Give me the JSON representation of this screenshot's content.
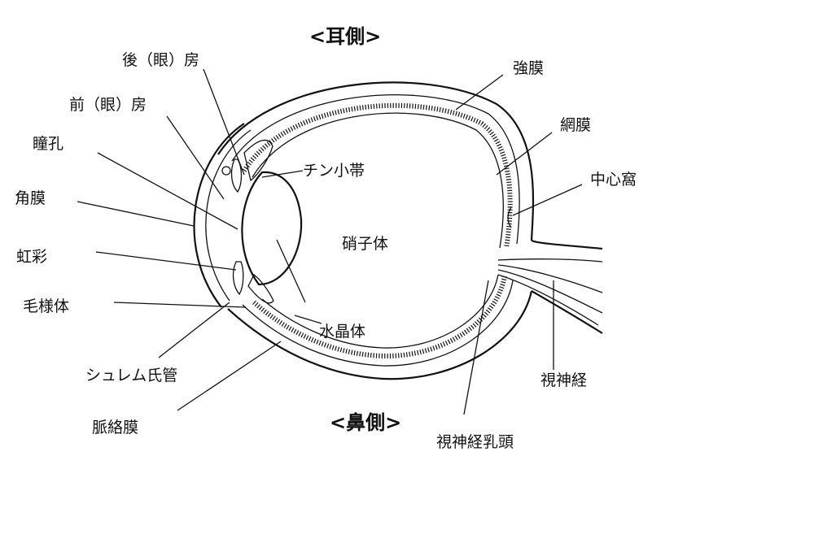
{
  "headings": {
    "top": "<耳側>",
    "bottom": "<鼻側>"
  },
  "labels": {
    "posterior_chamber": "後（眼）房",
    "anterior_chamber": "前（眼）房",
    "pupil": "瞳孔",
    "cornea": "角膜",
    "iris": "虹彩",
    "ciliary_body": "毛様体",
    "schlemm_canal": "シュレム氏管",
    "choroid": "脈絡膜",
    "zonule": "チン小帯",
    "vitreous": "硝子体",
    "lens": "水晶体",
    "sclera": "強膜",
    "retina": "網膜",
    "fovea": "中心窩",
    "optic_nerve": "視神経",
    "optic_disc": "視神経乳頭"
  }
}
